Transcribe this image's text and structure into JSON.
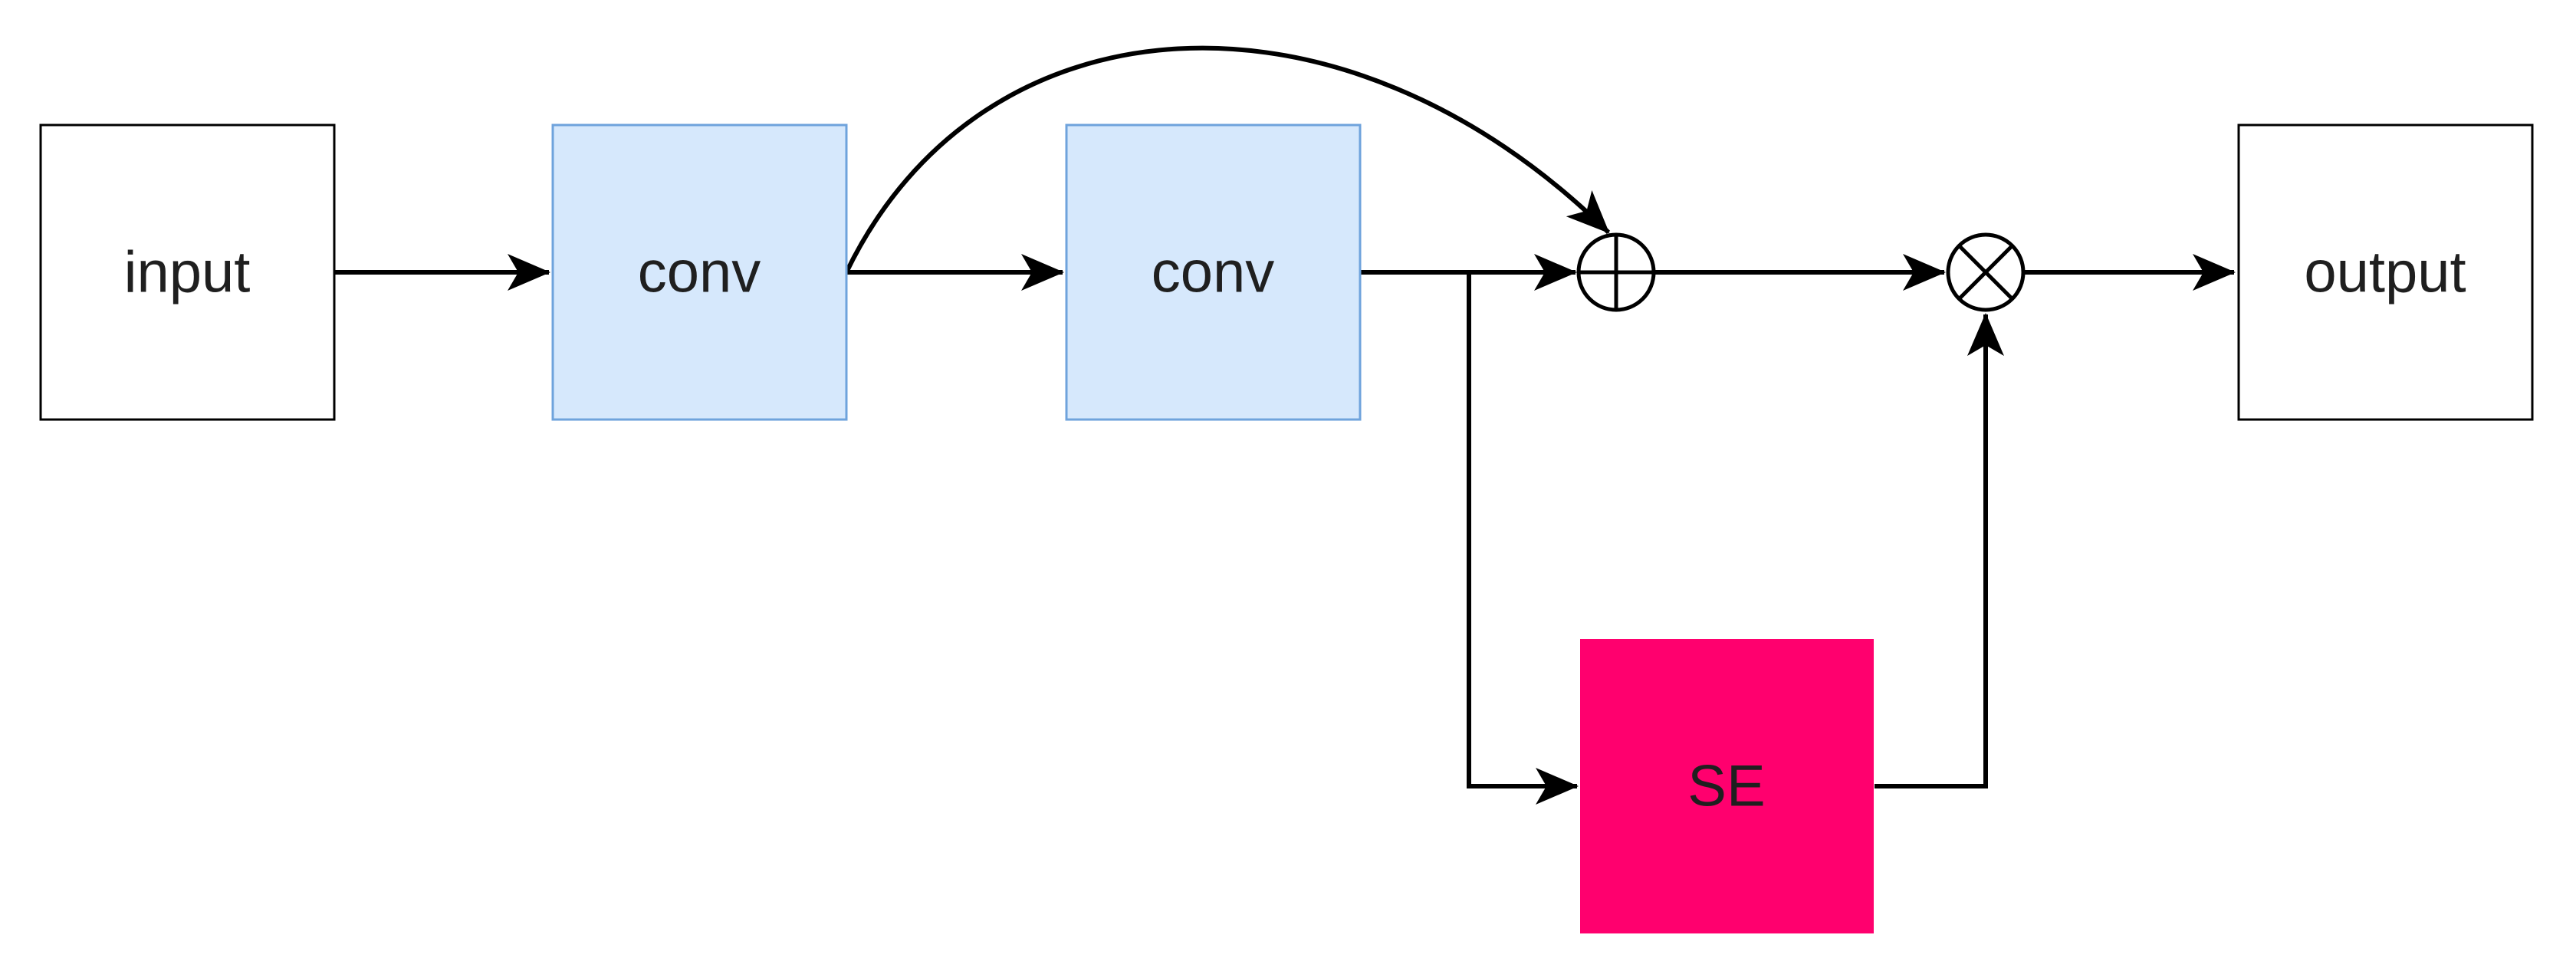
{
  "nodes": {
    "input": {
      "label": "input"
    },
    "conv1": {
      "label": "conv"
    },
    "conv2": {
      "label": "conv"
    },
    "se": {
      "label": "SE"
    },
    "output": {
      "label": "output"
    }
  },
  "operators": {
    "add": {
      "icon": "circle-plus-icon"
    },
    "multiply": {
      "icon": "circle-times-icon"
    }
  },
  "colors": {
    "conv_fill": "#d6e8fc",
    "conv_stroke": "#6fa3dc",
    "se_fill": "#ff006e",
    "plain_fill": "#ffffff",
    "plain_stroke": "#000000",
    "edge": "#000000"
  }
}
